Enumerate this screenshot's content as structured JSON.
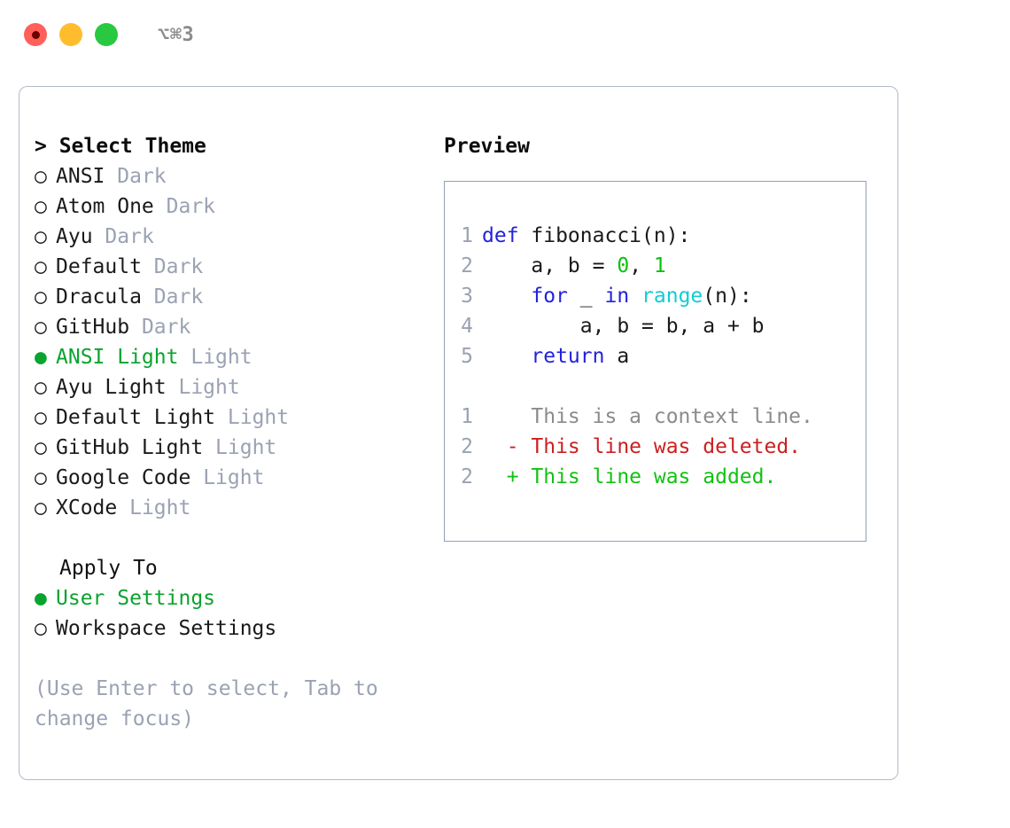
{
  "window": {
    "shortcut": "⌥⌘3",
    "traffic_lights": [
      {
        "name": "close",
        "color": "#ff6059"
      },
      {
        "name": "minimize",
        "color": "#ffbd2e"
      },
      {
        "name": "maximize",
        "color": "#28c840"
      }
    ]
  },
  "theme_panel": {
    "header": "> Select Theme",
    "options": [
      {
        "marker": "○",
        "label": "ANSI",
        "tag": "Dark",
        "selected": false
      },
      {
        "marker": "○",
        "label": "Atom One",
        "tag": "Dark",
        "selected": false
      },
      {
        "marker": "○",
        "label": "Ayu",
        "tag": "Dark",
        "selected": false
      },
      {
        "marker": "○",
        "label": "Default",
        "tag": "Dark",
        "selected": false
      },
      {
        "marker": "○",
        "label": "Dracula",
        "tag": "Dark",
        "selected": false
      },
      {
        "marker": "○",
        "label": "GitHub",
        "tag": "Dark",
        "selected": false
      },
      {
        "marker": "●",
        "label": "ANSI Light",
        "tag": "Light",
        "selected": true
      },
      {
        "marker": "○",
        "label": "Ayu Light",
        "tag": "Light",
        "selected": false
      },
      {
        "marker": "○",
        "label": "Default Light",
        "tag": "Light",
        "selected": false
      },
      {
        "marker": "○",
        "label": "GitHub Light",
        "tag": "Light",
        "selected": false
      },
      {
        "marker": "○",
        "label": "Google Code",
        "tag": "Light",
        "selected": false
      },
      {
        "marker": "○",
        "label": "XCode",
        "tag": "Light",
        "selected": false
      }
    ]
  },
  "apply_to": {
    "header": "Apply To",
    "options": [
      {
        "marker": "●",
        "label": "User Settings",
        "selected": true
      },
      {
        "marker": "○",
        "label": "Workspace Settings",
        "selected": false
      }
    ]
  },
  "hint": "(Use Enter to select, Tab to change focus)",
  "preview": {
    "header": "Preview",
    "code": [
      {
        "ln": "1",
        "tokens": [
          {
            "t": "def",
            "c": "kw"
          },
          {
            "t": " fibonacci(n):",
            "c": "id"
          }
        ]
      },
      {
        "ln": "2",
        "tokens": [
          {
            "t": "    a, b = ",
            "c": "id"
          },
          {
            "t": "0",
            "c": "num"
          },
          {
            "t": ", ",
            "c": "id"
          },
          {
            "t": "1",
            "c": "num"
          }
        ]
      },
      {
        "ln": "3",
        "tokens": [
          {
            "t": "    ",
            "c": "id"
          },
          {
            "t": "for",
            "c": "kw"
          },
          {
            "t": " _ ",
            "c": "id"
          },
          {
            "t": "in",
            "c": "kw"
          },
          {
            "t": " ",
            "c": "id"
          },
          {
            "t": "range",
            "c": "fn"
          },
          {
            "t": "(n):",
            "c": "id"
          }
        ]
      },
      {
        "ln": "4",
        "tokens": [
          {
            "t": "        a, b = b, a + b",
            "c": "id"
          }
        ]
      },
      {
        "ln": "5",
        "tokens": [
          {
            "t": "    ",
            "c": "id"
          },
          {
            "t": "return",
            "c": "kw"
          },
          {
            "t": " a",
            "c": "id"
          }
        ]
      }
    ],
    "diff": [
      {
        "ln": "1",
        "sign": " ",
        "text": "This is a context line.",
        "kind": "ctx"
      },
      {
        "ln": "2",
        "sign": "-",
        "text": "This line was deleted.",
        "kind": "del"
      },
      {
        "ln": "2",
        "sign": "+",
        "text": "This line was added.",
        "kind": "add"
      }
    ]
  },
  "colors": {
    "accent_green": "#0aa32e",
    "muted": "#9aa2b2",
    "keyword_blue": "#2222dd",
    "function_cyan": "#11ccd4",
    "number_green": "#0ac20a",
    "diff_delete": "#cc2020",
    "diff_add": "#11c211",
    "panel_border": "#b2bac6",
    "code_border": "#93a0b4"
  }
}
